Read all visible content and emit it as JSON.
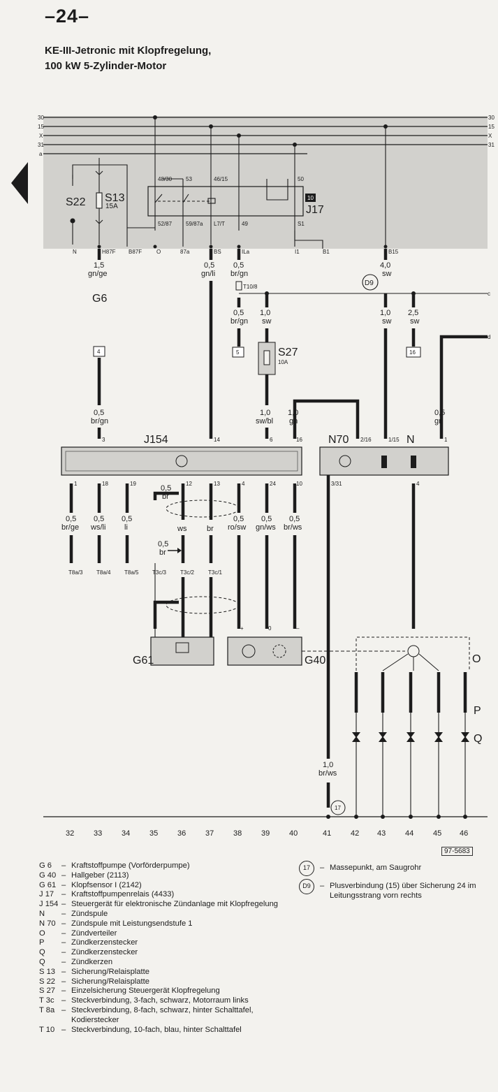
{
  "page_number": "–24–",
  "title": {
    "line1": "KE-III-Jetronic mit Klopfregelung,",
    "line2": "100 kW 5-Zylinder-Motor"
  },
  "bus_lines": [
    "30",
    "15",
    "X",
    "31",
    "a"
  ],
  "bus_lines_right": [
    "30",
    "15",
    "X",
    "31"
  ],
  "relay_panel": {
    "fuse_box": "S22",
    "fuse_s13": "S13",
    "fuse_s13_rating": "15A",
    "relay": "J17",
    "relay_badge": "10",
    "relay_pins_top": [
      "48/30",
      "53",
      "46/15",
      "50"
    ],
    "relay_pins_bottom": [
      "52/87",
      "59/87a",
      "L7/T",
      "49",
      "S1"
    ],
    "terminals": [
      "N",
      "H87F",
      "B87F",
      "O",
      "87a",
      "BS",
      "ILa",
      "I1",
      "B1",
      "B15"
    ]
  },
  "wires": {
    "g6_wire": "1,5",
    "g6_wire_color": "gn/ge",
    "g6_label": "G6",
    "bs_wire": "0,5",
    "bs_wire_color": "gn/li",
    "ila_wire": "0,5",
    "ila_wire_color": "br/gn",
    "t10_label": "T10/8",
    "ila_wire2": "0,5",
    "ila_wire2_color": "br/gn",
    "b15_wire": "4,0",
    "b15_wire_color": "sw",
    "d9_label": "D9",
    "c_label": "c",
    "d_label": "d",
    "sw1_wire": "1,0",
    "sw1_wire_color": "sw",
    "sw2_wire": "1,0",
    "sw2_wire_color": "sw",
    "sw3_wire": "2,5",
    "sw3_wire_color": "sw",
    "ref5": "5",
    "ref16": "16",
    "ref4": "4",
    "s27_label": "S27",
    "s27_rating": "10A",
    "j154_in_wire": "0,5",
    "j154_in_wire_color": "br/gn",
    "swbl_wire": "1,0",
    "swbl_wire_color": "sw/bl",
    "gn_wire": "1,0",
    "gn_wire_color": "gn",
    "n_in_wire": "0,5",
    "n_in_wire_color": "gn"
  },
  "j154": {
    "label": "J154",
    "pins_top": [
      "3",
      "14",
      "6",
      "16"
    ],
    "pins_bottom": [
      "1",
      "18",
      "19",
      "12",
      "13",
      "4",
      "24",
      "10"
    ]
  },
  "n70": {
    "label": "N70",
    "n_label": "N",
    "pins_top": [
      "2/16",
      "1/15",
      "1"
    ],
    "pins_bottom": [
      "3/31",
      "4"
    ]
  },
  "lower_wires": [
    {
      "size": "0,5",
      "color": "br/ge",
      "conn": "T8a/3"
    },
    {
      "size": "0,5",
      "color": "ws/li",
      "conn": "T8a/4"
    },
    {
      "size": "0,5",
      "color": "li",
      "conn": "T8a/5"
    },
    {
      "size": "",
      "color": "ws",
      "conn": "T3c/2"
    },
    {
      "size": "",
      "color": "br",
      "conn": "T3c/1"
    },
    {
      "size": "0,5",
      "color": "ro/sw",
      "conn": ""
    },
    {
      "size": "0,5",
      "color": "gn/ws",
      "conn": ""
    },
    {
      "size": "0,5",
      "color": "br/ws",
      "conn": ""
    }
  ],
  "shield": {
    "size1": "0,5",
    "color1": "br",
    "size2": "0,5",
    "color2": "br",
    "conn": "T3c/3"
  },
  "components": {
    "g61": "G61",
    "g40": "G40",
    "o": "O",
    "p": "P",
    "q": "Q",
    "ground_wire": "1,0",
    "ground_wire_color": "br/ws",
    "ground_point": "17",
    "g40_pins": [
      "+",
      "0",
      "–"
    ]
  },
  "track_numbers": [
    "32",
    "33",
    "34",
    "35",
    "36",
    "37",
    "38",
    "39",
    "40",
    "41",
    "42",
    "43",
    "44",
    "45",
    "46"
  ],
  "reference_code": "97-5683",
  "legend_left": [
    {
      "code": "G 6",
      "text": "Kraftstoffpumpe (Vorförderpumpe)"
    },
    {
      "code": "G 40",
      "text": "Hallgeber (2113)"
    },
    {
      "code": "G 61",
      "text": "Klopfsensor I (2142)"
    },
    {
      "code": "J 17",
      "text": "Kraftstoffpumpenrelais (4433)"
    },
    {
      "code": "J 154",
      "text": "Steuergerät für elektronische Zündanlage mit Klopfregelung"
    },
    {
      "code": "N",
      "text": "Zündspule"
    },
    {
      "code": "N 70",
      "text": "Zündspule mit Leistungsendstufe 1"
    },
    {
      "code": "O",
      "text": "Zündverteiler"
    },
    {
      "code": "P",
      "text": "Zündkerzenstecker"
    },
    {
      "code": "Q",
      "text": "Zündkerzenstecker"
    },
    {
      "code": "Q",
      "text": "Zündkerzen"
    },
    {
      "code": "S 13",
      "text": "Sicherung/Relaisplatte"
    },
    {
      "code": "S 22",
      "text": "Sicherung/Relaisplatte"
    },
    {
      "code": "S 27",
      "text": "Einzelsicherung Steuergerät Klopfregelung"
    },
    {
      "code": "T 3c",
      "text": "Steckverbindung, 3-fach, schwarz, Motorraum links"
    },
    {
      "code": "T 8a",
      "text": "Steckverbindung, 8-fach, schwarz, hinter Schalttafel, Kodierstecker"
    },
    {
      "code": "T 10",
      "text": "Steckverbindung, 10-fach, blau, hinter Schalttafel"
    }
  ],
  "legend_right": [
    {
      "code": "17",
      "text": "Massepunkt, am Saugrohr"
    },
    {
      "code": "D9",
      "text": "Plusverbindung (15) über Sicherung 24 im Leitungsstrang vorn rechts"
    }
  ]
}
